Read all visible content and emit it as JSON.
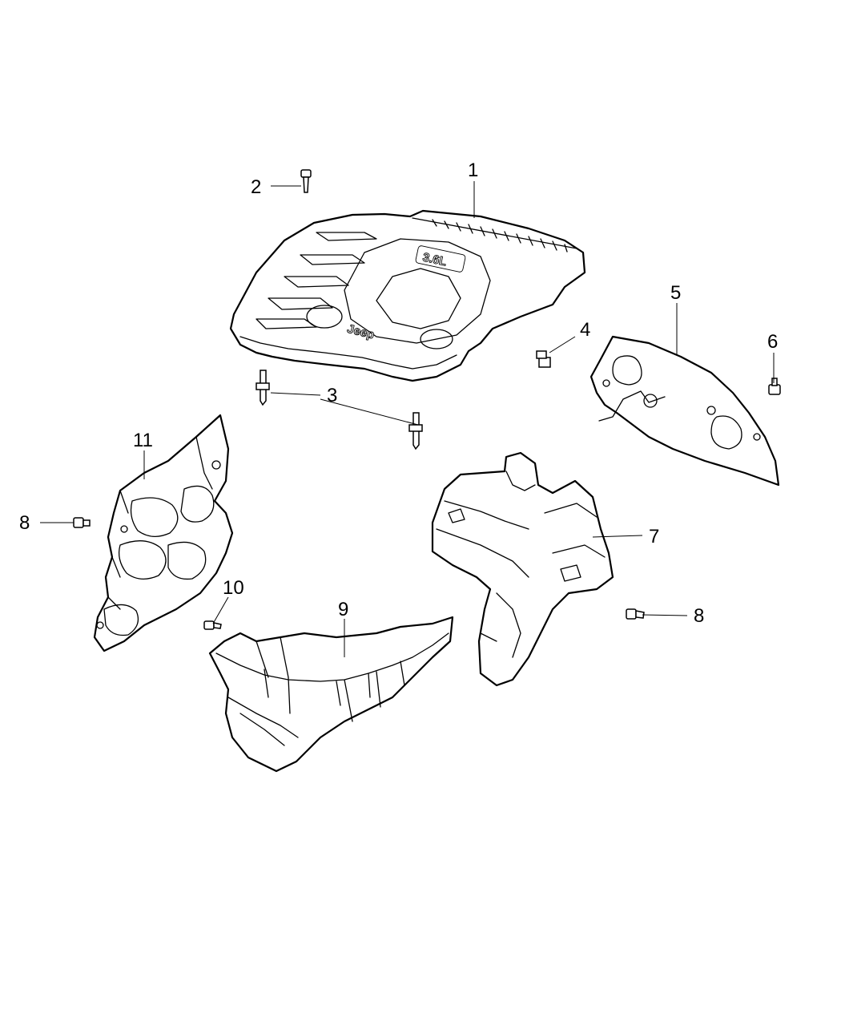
{
  "callouts": [
    {
      "id": "c1",
      "label": "1",
      "part": "engine-cover"
    },
    {
      "id": "c2",
      "label": "2",
      "part": "bolt"
    },
    {
      "id": "c3",
      "label": "3",
      "part": "stud"
    },
    {
      "id": "c4",
      "label": "4",
      "part": "grommet"
    },
    {
      "id": "c5",
      "label": "5",
      "part": "shield-plate"
    },
    {
      "id": "c6",
      "label": "6",
      "part": "screw"
    },
    {
      "id": "c7",
      "label": "7",
      "part": "right-side-cover"
    },
    {
      "id": "c8a",
      "label": "8",
      "part": "bolt-left"
    },
    {
      "id": "c8b",
      "label": "8",
      "part": "bolt-right"
    },
    {
      "id": "c9",
      "label": "9",
      "part": "lower-cover"
    },
    {
      "id": "c10",
      "label": "10",
      "part": "screw"
    },
    {
      "id": "c11",
      "label": "11",
      "part": "left-side-cover"
    }
  ],
  "emblem_text": "Jeep",
  "badge_text": "3.6L"
}
